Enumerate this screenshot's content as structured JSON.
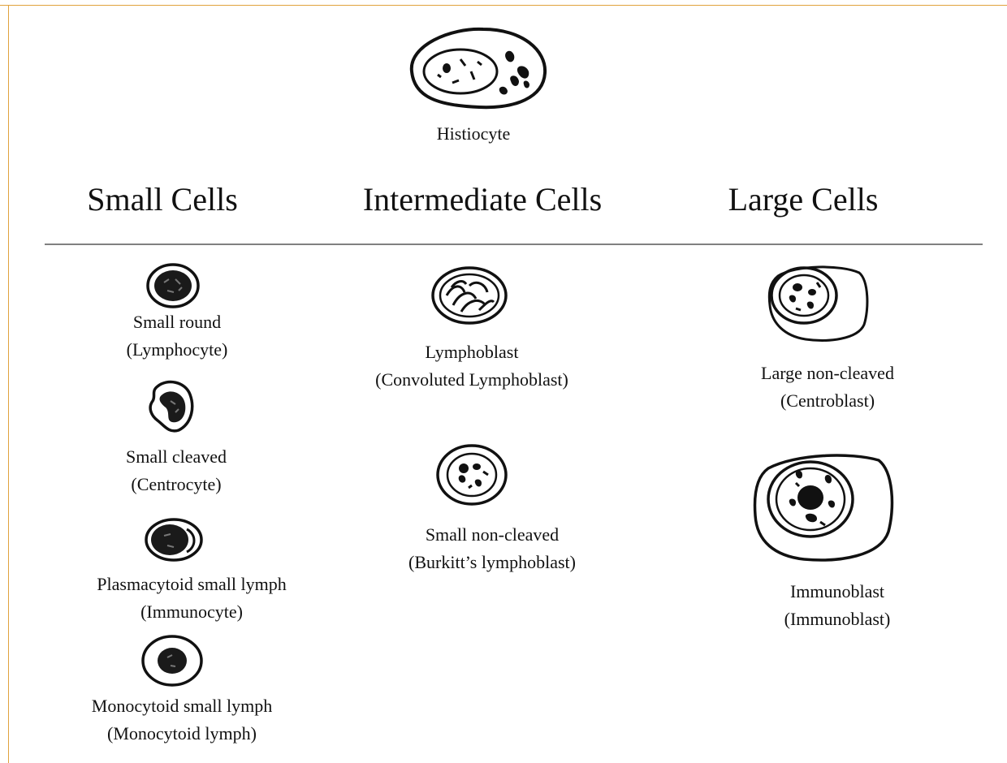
{
  "histiocyte": "Histiocyte",
  "headers": {
    "small": "Small Cells",
    "intermediate": "Intermediate Cells",
    "large": "Large Cells"
  },
  "small_cells": [
    {
      "name": "Small round",
      "alias": "(Lymphocyte)"
    },
    {
      "name": "Small cleaved",
      "alias": "(Centrocyte)"
    },
    {
      "name": "Plasmacytoid small lymph",
      "alias": "(Immunocyte)"
    },
    {
      "name": "Monocytoid small lymph",
      "alias": "(Monocytoid lymph)"
    }
  ],
  "intermediate_cells": [
    {
      "name": "Lymphoblast",
      "alias": "(Convoluted Lymphoblast)"
    },
    {
      "name": "Small non-cleaved",
      "alias": "(Burkitt’s lymphoblast)"
    }
  ],
  "large_cells": [
    {
      "name": "Large non-cleaved",
      "alias": "(Centroblast)"
    },
    {
      "name": "Immunoblast",
      "alias": "(Immunoblast)"
    }
  ],
  "colors": {
    "frame": "#e0a23c",
    "divider": "#808080",
    "ink": "#111111"
  }
}
